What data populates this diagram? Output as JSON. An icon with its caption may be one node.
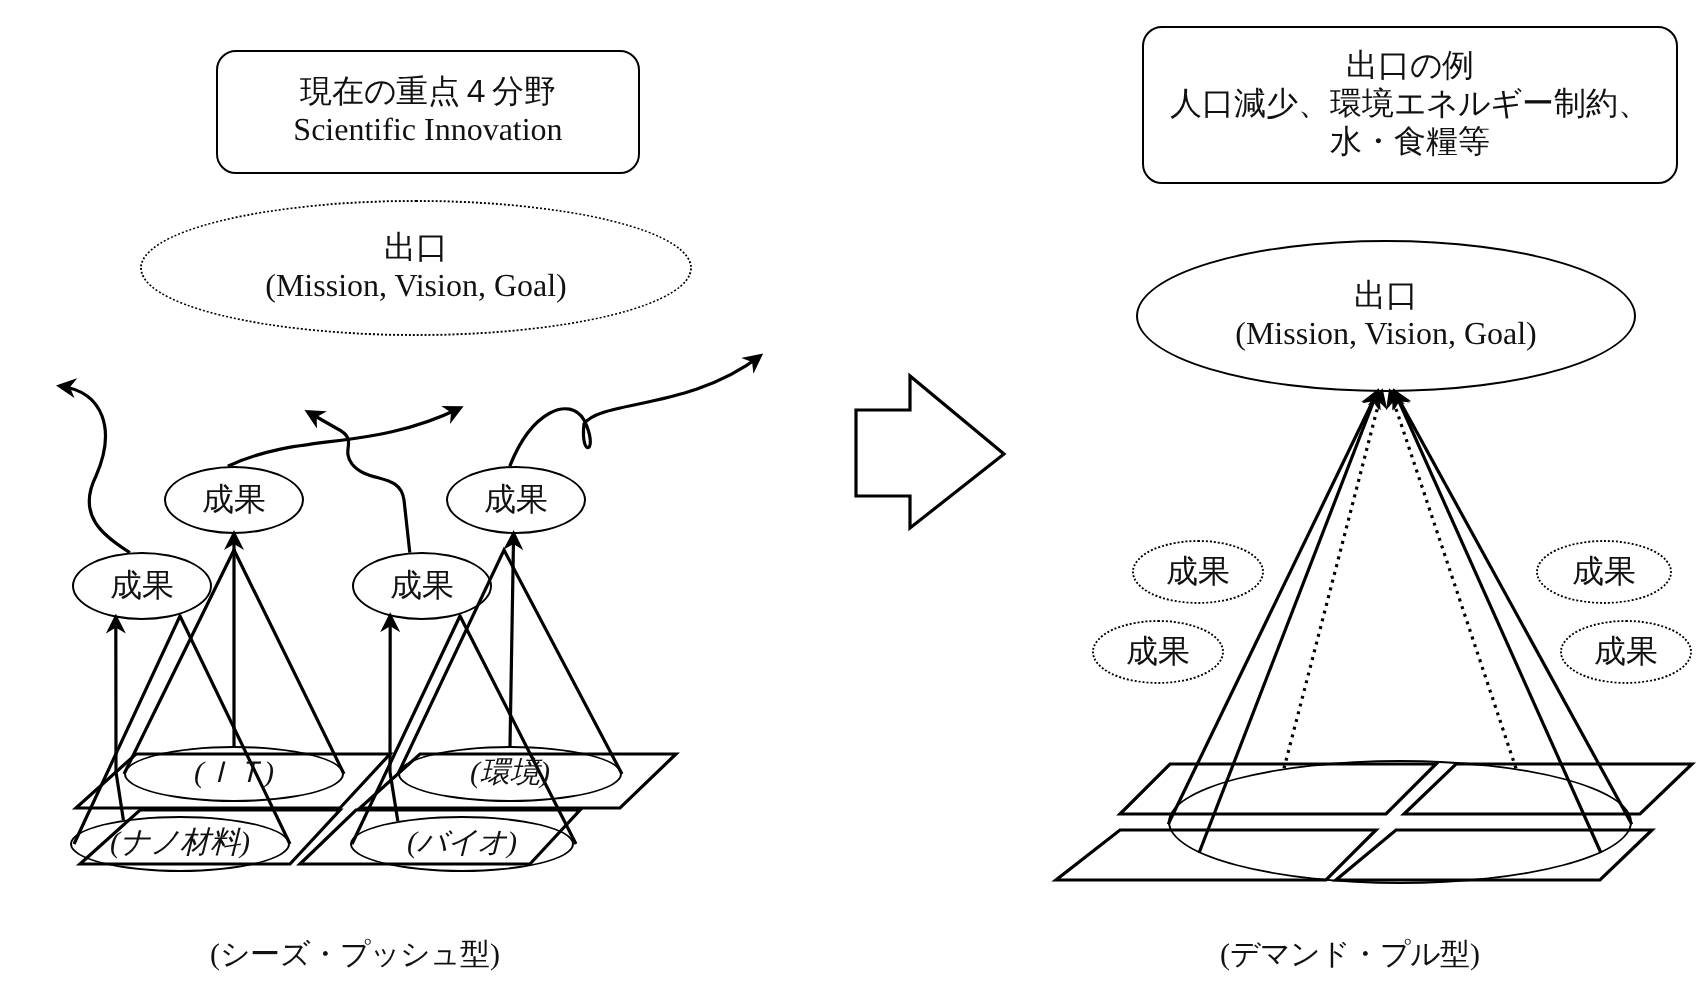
{
  "diagram": {
    "nodes": [
      {
        "text": [
          "現在の重点４分野",
          "Scientific Innovation"
        ]
      },
      {
        "text": [
          "出口",
          "(Mission, Vision, Goal)"
        ]
      },
      {
        "text": [
          "成果"
        ]
      },
      {
        "text": [
          "成果"
        ]
      },
      {
        "text": [
          "成果"
        ]
      },
      {
        "text": [
          "成果"
        ]
      },
      {
        "text": [
          "(ＩＴ)"
        ]
      },
      {
        "text": [
          "(環境)"
        ]
      },
      {
        "text": [
          "(ナノ材料)"
        ]
      },
      {
        "text": [
          "(バイオ)"
        ]
      },
      {
        "text": [
          "出口の例",
          "人口減少、環境エネルギー制約、水・食糧等"
        ]
      },
      {
        "text": [
          "出口",
          "(Mission, Vision, Goal)"
        ]
      },
      {
        "text": [
          "成果"
        ]
      },
      {
        "text": [
          "成果"
        ]
      },
      {
        "text": [
          "成果"
        ]
      },
      {
        "text": [
          "成果"
        ]
      },
      {
        "text": [],
        "shape": "ellipse"
      }
    ],
    "edges": [
      {
        "from": 4,
        "to": null,
        "arrow": "to"
      },
      {
        "from": 2,
        "to": null,
        "arrow": "to"
      },
      {
        "from": 5,
        "to": null,
        "arrow": "to"
      },
      {
        "from": 3,
        "to": null,
        "arrow": "to"
      },
      {
        "from": 16,
        "to": 11,
        "arrow": "to"
      },
      {
        "from": 16,
        "to": 11,
        "arrow": "to"
      },
      {
        "from": 16,
        "to": 11,
        "arrow": "to"
      },
      {
        "from": 16,
        "to": 11,
        "arrow": "to"
      },
      {
        "from": 16,
        "to": 11,
        "arrow": "to",
        "style": "dashed"
      },
      {
        "from": 16,
        "to": 11,
        "arrow": "to",
        "style": "dashed"
      },
      {
        "from": 8,
        "to": 4,
        "arrow": "to"
      },
      {
        "from": 6,
        "to": 2,
        "arrow": "to"
      },
      {
        "from": 9,
        "to": 5,
        "arrow": "to"
      },
      {
        "from": 7,
        "to": 3,
        "arrow": "to"
      }
    ],
    "labels": [
      "(シーズ・プッシュ型)",
      "(デマンド・プル型)"
    ]
  }
}
